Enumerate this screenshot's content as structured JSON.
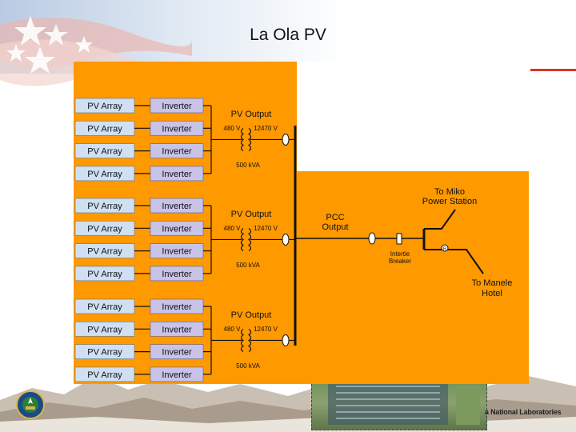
{
  "slide": {
    "title": "La Ola PV",
    "footer_lab_text": "a National Laboratories"
  },
  "colors": {
    "orange": "#ff9900",
    "array_box": "#cfe0f4",
    "inverter_box": "#c9c3e8",
    "line": "#111111",
    "red_rule": "#d7362a"
  },
  "diagram": {
    "array_label": "PV Array",
    "inverter_label": "Inverter",
    "groups": [
      {
        "output_label": "PV Output",
        "low_voltage": "480 V",
        "high_voltage": "12470 V",
        "rating": "500 kVA"
      },
      {
        "output_label": "PV Output",
        "low_voltage": "480 V",
        "high_voltage": "12470 V",
        "rating": "500 kVA"
      },
      {
        "output_label": "PV Output",
        "low_voltage": "480 V",
        "high_voltage": "12470 V",
        "rating": "500 kVA"
      }
    ],
    "pcc_line1": "PCC",
    "pcc_line2": "Output",
    "breaker_line1": "Intertie",
    "breaker_line2": "Breaker",
    "miko_line1": "To Miko",
    "miko_line2": "Power Station",
    "manele_line1": "To Manele",
    "manele_line2": "Hotel",
    "recloser_symbol": "R"
  }
}
